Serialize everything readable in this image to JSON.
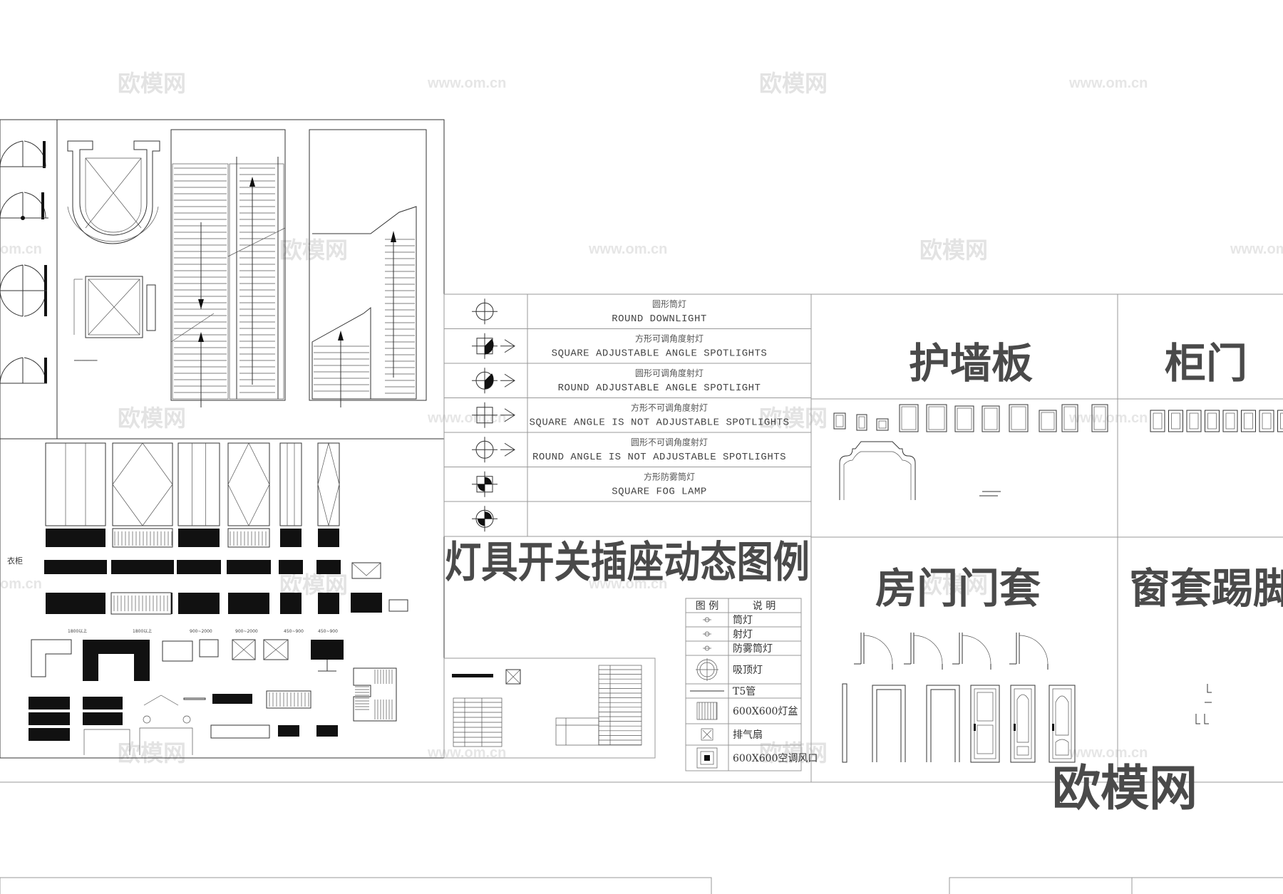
{
  "watermarks": {
    "cn": "欧模网",
    "url": "www.om.cn",
    "url_short": "om.cn"
  },
  "legend_rows": [
    {
      "cn": "圆形筒灯",
      "en": "ROUND DOWNLIGHT",
      "icon": "round-downlight-icon"
    },
    {
      "cn": "方形可调角度射灯",
      "en": "SQUARE ADJUSTABLE ANGLE SPOTLIGHTS",
      "icon": "square-adjustable-spotlight-icon"
    },
    {
      "cn": "圆形可调角度射灯",
      "en": "ROUND ADJUSTABLE ANGLE SPOTLIGHT",
      "icon": "round-adjustable-spotlight-icon"
    },
    {
      "cn": "方形不可调角度射灯",
      "en": "SQUARE ANGLE IS NOT ADJUSTABLE SPOTLIGHTS",
      "icon": "square-fixed-spotlight-icon"
    },
    {
      "cn": "圆形不可调角度射灯",
      "en": "ROUND ANGLE IS NOT ADJUSTABLE SPOTLIGHTS",
      "icon": "round-fixed-spotlight-icon"
    },
    {
      "cn": "方形防雾筒灯",
      "en": "SQUARE FOG LAMP",
      "icon": "square-fog-lamp-icon"
    },
    {
      "cn": "",
      "en": "",
      "icon": "round-lamp-icon"
    }
  ],
  "titles": {
    "lighting_legend": "灯具开关插座动态图例",
    "wall_panel": "护墙板",
    "cabinet_door": "柜门",
    "room_door_frame": "房门门套",
    "window_frame_skirting": "窗套踢脚",
    "brand": "欧模网"
  },
  "table": {
    "header_legend": "图 例",
    "header_desc": "说 明",
    "rows": [
      "筒灯",
      "射灯",
      "防雾筒灯",
      "吸顶灯",
      "T5管",
      "600X600灯盆",
      "排气扇",
      "600X600空调风口"
    ]
  },
  "wardrobe": {
    "label": "衣柜",
    "dims": [
      "1800以上",
      "1800以上",
      "900~2000",
      "900~2000",
      "450~900",
      "450~900"
    ]
  }
}
